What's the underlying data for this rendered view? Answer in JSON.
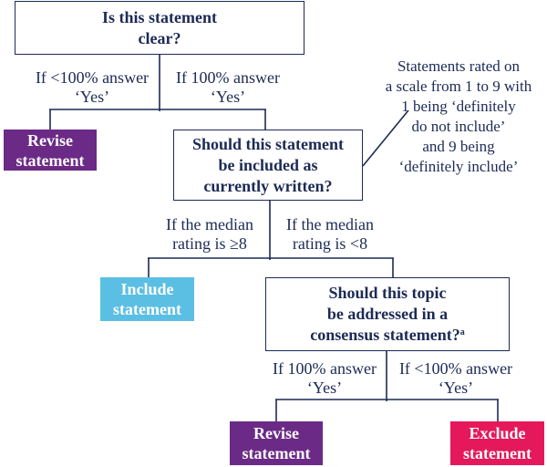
{
  "colors": {
    "ink": "#1c2a55",
    "revise": "#6b2a86",
    "include": "#5bbfe3",
    "exclude": "#e4185a"
  },
  "q1": {
    "line1": "Is this statement",
    "line2": "clear?"
  },
  "q1_branches": {
    "left": {
      "line1": "If <100% answer",
      "line2": "‘Yes’"
    },
    "right": {
      "line1": "If 100% answer",
      "line2": "‘Yes’"
    }
  },
  "revise_top": {
    "line1": "Revise",
    "line2": "statement"
  },
  "q2": {
    "line1": "Should this statement",
    "line2": "be included as",
    "line3": "currently written?"
  },
  "note": {
    "line1": "Statements rated on",
    "line2": "a scale from 1 to 9 with",
    "line3": "1 being ‘definitely",
    "line4": "do not include’",
    "line5": "and 9 being",
    "line6": "‘definitely include’"
  },
  "q2_branches": {
    "left": {
      "line1": "If the median",
      "line2": "rating is ≥8"
    },
    "right": {
      "line1": "If the median",
      "line2": "rating is <8"
    }
  },
  "include": {
    "line1": "Include",
    "line2": "statement"
  },
  "q3": {
    "line1": "Should this topic",
    "line2": "be addressed in a",
    "line3": "consensus statement?",
    "footnote_marker": "a"
  },
  "q3_branches": {
    "left": {
      "line1": "If 100% answer",
      "line2": "‘Yes’"
    },
    "right": {
      "line1": "If <100% answer",
      "line2": "‘Yes’"
    }
  },
  "revise_bottom": {
    "line1": "Revise",
    "line2": "statement"
  },
  "exclude": {
    "line1": "Exclude",
    "line2": "statement"
  }
}
